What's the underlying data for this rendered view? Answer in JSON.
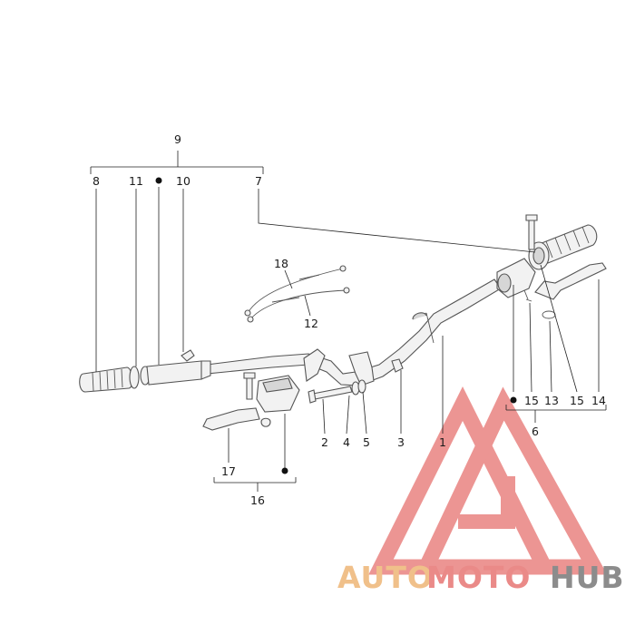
{
  "diagram": {
    "labels": {
      "l1": "1",
      "l2": "2",
      "l3": "3",
      "l4": "4",
      "l5": "5",
      "l6": "6",
      "l7": "7",
      "l8": "8",
      "l9": "9",
      "l10": "10",
      "l11": "11",
      "l12": "12",
      "l13": "13",
      "l14": "14",
      "l15a": "15",
      "l15b": "15",
      "l16": "16",
      "l17": "17",
      "l18": "18"
    }
  },
  "watermark": {
    "part1": "AUTO",
    "part2": "MOTO",
    "part3": "HUB",
    "color_orange": "#f0c08a",
    "color_red": "#ea8a88",
    "color_gray": "#8c8c8c"
  }
}
